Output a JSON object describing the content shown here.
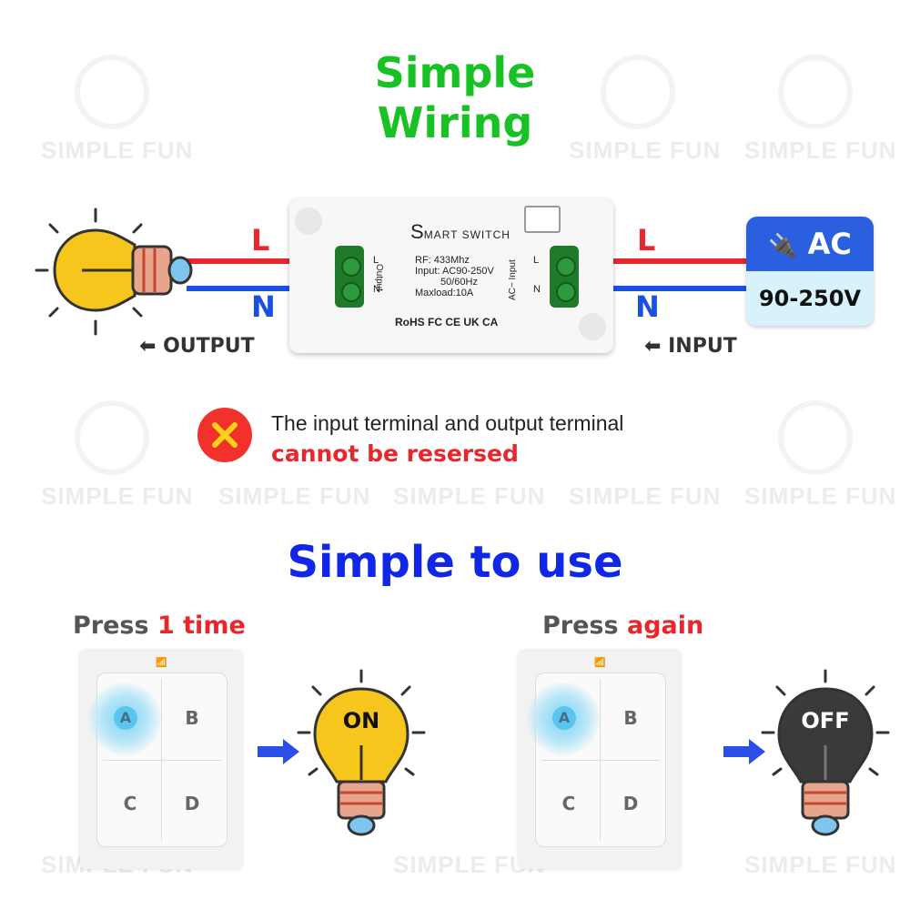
{
  "titles": {
    "simple": "Simple",
    "wiring": "Wiring",
    "simple_to_use": "Simple to use"
  },
  "watermark": {
    "text": "SIMPLE FUN"
  },
  "wiring": {
    "L_left": "L",
    "N_left": "N",
    "L_right": "L",
    "N_right": "N",
    "output_label": "OUTPUT",
    "input_label": "INPUT",
    "colors": {
      "live": "#e8262b",
      "neutral": "#1a51e0"
    }
  },
  "device": {
    "brand_s": "S",
    "brand_rest": "MART SWITCH",
    "rf": "RF: 433Mhz",
    "input": "Input: AC90-250V",
    "freq": "50/60Hz",
    "maxload": "Maxload:10A",
    "output_term_label": "Output",
    "input_term_label": "AC~ Input",
    "term_L": "L",
    "term_N": "N",
    "certs": "RoHS FC CE UK CA"
  },
  "ac": {
    "label": "AC",
    "voltage": "90-250V",
    "icon": "plug-icon"
  },
  "warning": {
    "icon": "x-icon",
    "line1": "The input terminal and output terminal",
    "line2": "cannot be resersed"
  },
  "usage": {
    "press_once_a": "Press ",
    "press_once_b": "1 time",
    "press_again_a": "Press ",
    "press_again_b": "again",
    "keys": [
      "A",
      "B",
      "C",
      "D"
    ],
    "on": "ON",
    "off": "OFF"
  }
}
